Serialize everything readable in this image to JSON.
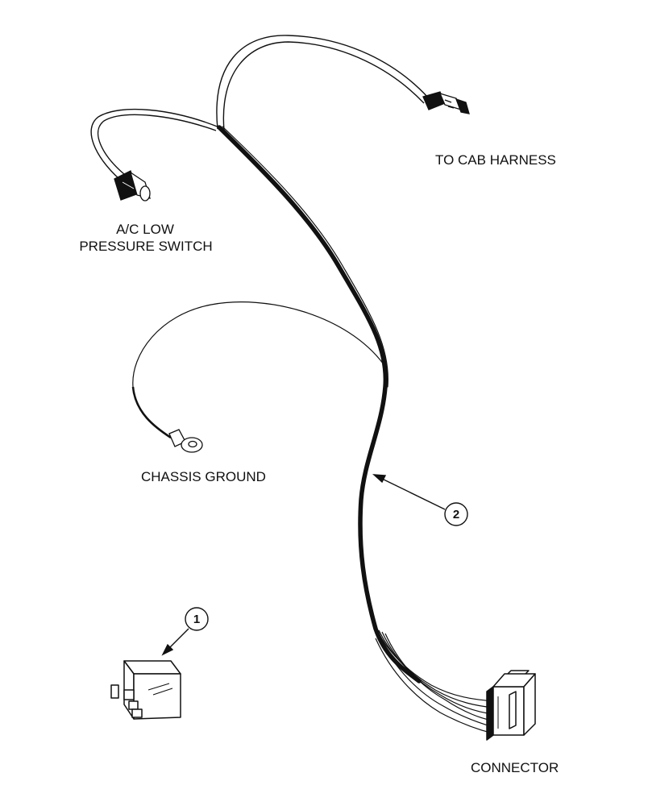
{
  "labels": {
    "cab_harness": "TO CAB HARNESS",
    "ac_line1": "A/C LOW",
    "ac_line2": "PRESSURE SWITCH",
    "chassis_ground": "CHASSIS GROUND",
    "connector": "CONNECTOR"
  },
  "callouts": {
    "relay": "1",
    "harness": "2"
  },
  "colors": {
    "ink": "#111111",
    "paper": "#ffffff"
  }
}
